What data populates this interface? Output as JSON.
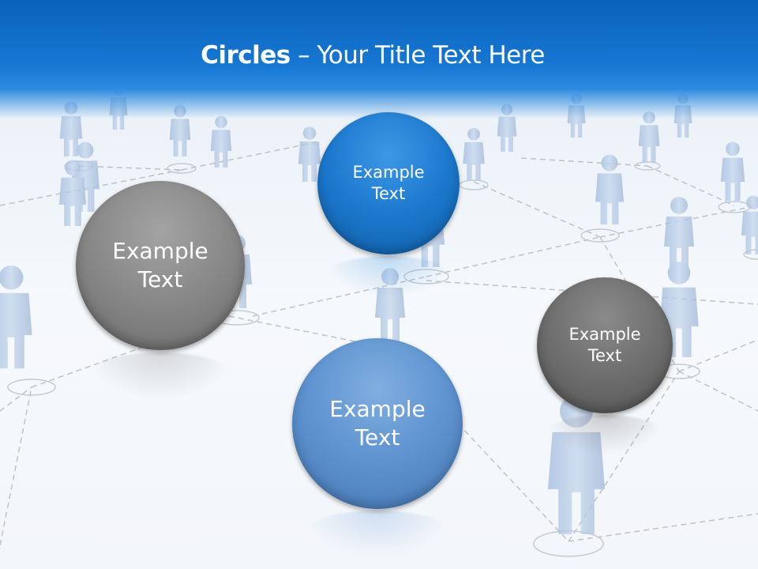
{
  "slide": {
    "title_bold": "Circles",
    "title_rest": " – Your Title Text Here",
    "colors": {
      "header_blue": "#1677d3",
      "circle_blue": "#1c78cd",
      "circle_light_blue": "#5d92cf",
      "circle_gray": "#8a8a8a",
      "circle_dark_gray": "#6e6e6e"
    }
  },
  "circles": [
    {
      "line1": "Example",
      "line2": "Text"
    },
    {
      "line1": "Example",
      "line2": "Text"
    },
    {
      "line1": "Example",
      "line2": "Text"
    },
    {
      "line1": "Example",
      "line2": "Text"
    }
  ]
}
